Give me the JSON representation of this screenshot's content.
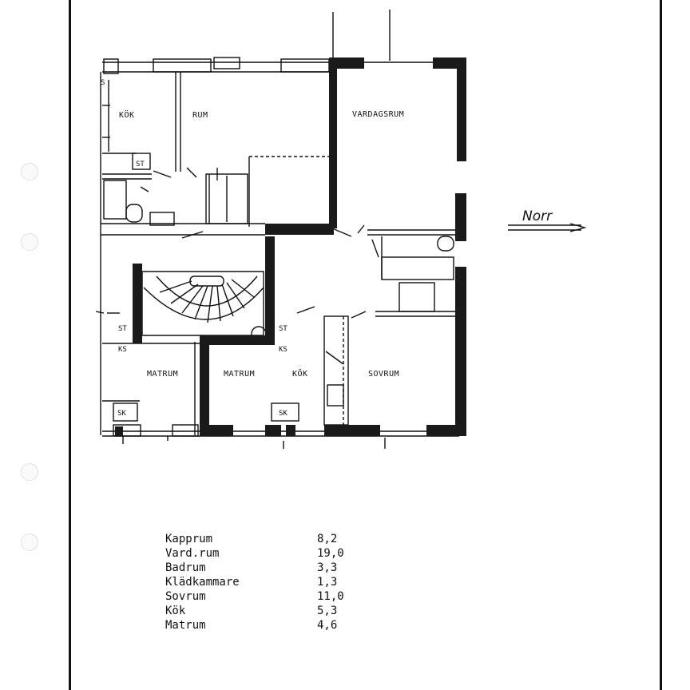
{
  "plan": {
    "rooms": [
      {
        "id": "kok1",
        "label": "KÖK"
      },
      {
        "id": "rum",
        "label": "RUM"
      },
      {
        "id": "vardagsrum",
        "label": "VARDAGSRUM"
      },
      {
        "id": "matrum1",
        "label": "MATRUM"
      },
      {
        "id": "matrum2",
        "label": "MATRUM"
      },
      {
        "id": "kok2",
        "label": "KÖK"
      },
      {
        "id": "sovrum",
        "label": "SOVRUM"
      }
    ],
    "fixtures": [
      {
        "id": "s",
        "label": "S"
      },
      {
        "id": "st1",
        "label": "ST"
      },
      {
        "id": "st2",
        "label": "ST"
      },
      {
        "id": "ks1",
        "label": "KS"
      },
      {
        "id": "st3",
        "label": "ST"
      },
      {
        "id": "ks2",
        "label": "KS"
      },
      {
        "id": "sk1",
        "label": "SK"
      },
      {
        "id": "sk2",
        "label": "SK"
      }
    ],
    "north_label": "Norr"
  },
  "areas": [
    {
      "name": "Kapprum",
      "value": "8,2"
    },
    {
      "name": "Vard.rum",
      "value": "19,0"
    },
    {
      "name": "Badrum",
      "value": "3,3"
    },
    {
      "name": "Klädkammare",
      "value": "1,3"
    },
    {
      "name": "Sovrum",
      "value": "11,0"
    },
    {
      "name": "Kök",
      "value": "5,3"
    },
    {
      "name": "Matrum",
      "value": "4,6"
    }
  ]
}
